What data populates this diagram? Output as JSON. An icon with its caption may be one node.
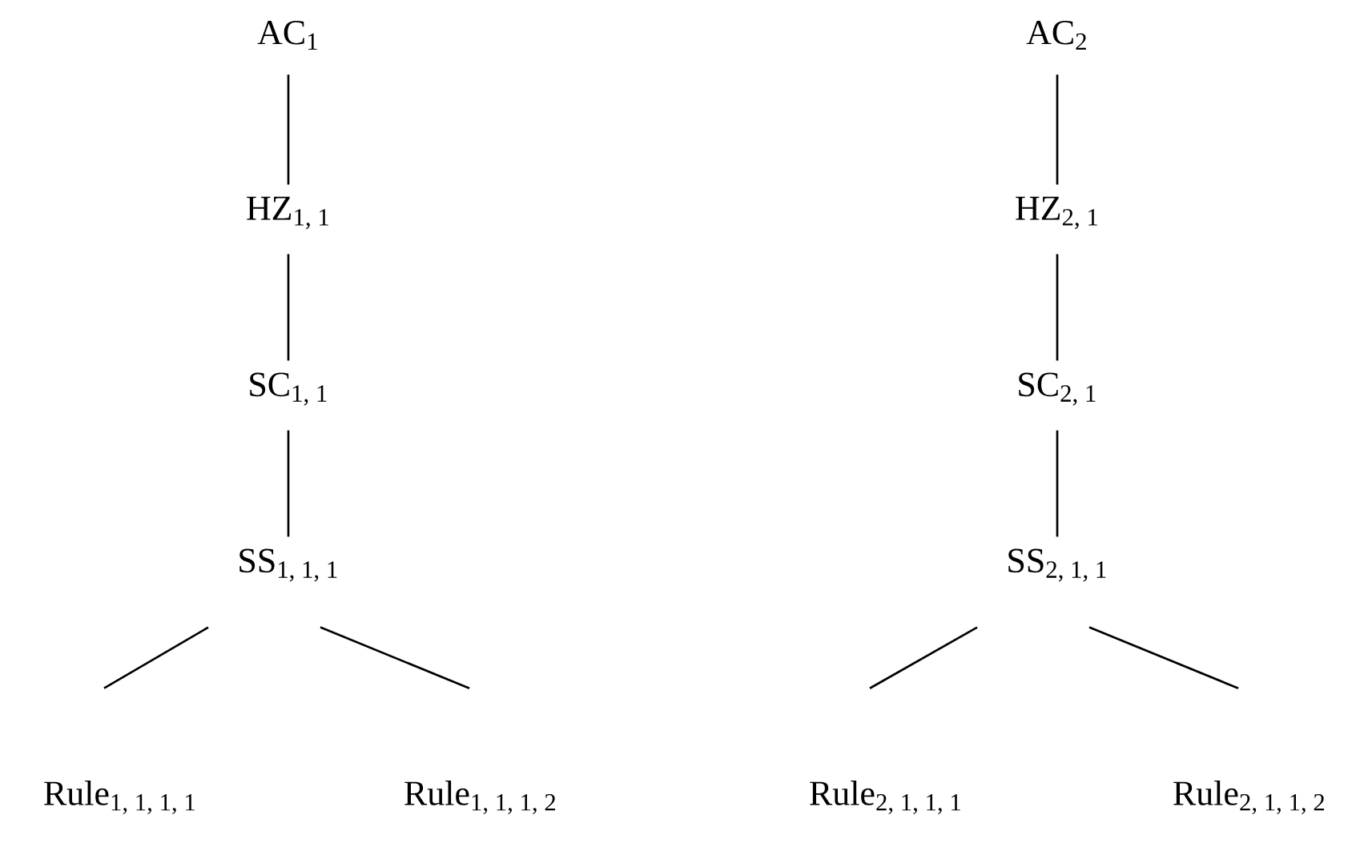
{
  "diagram": {
    "nodes": [
      {
        "text": [
          "AC$_{1}$"
        ]
      },
      {
        "text": [
          "HZ$_{1, 1}$"
        ]
      },
      {
        "text": [
          "SC$_{1, 1}$"
        ]
      },
      {
        "text": [
          "SS$_{1, 1, 1}$"
        ]
      },
      {
        "text": [
          "Rule$_{1, 1, 1, 1}$"
        ]
      },
      {
        "text": [
          "Rule$_{1, 1, 1, 2}$"
        ]
      },
      {
        "text": [
          "AC$_{2}$"
        ]
      },
      {
        "text": [
          "HZ$_{2, 1}$"
        ]
      },
      {
        "text": [
          "SC$_{2, 1}$"
        ]
      },
      {
        "text": [
          "SS$_{2, 1, 1}$"
        ]
      },
      {
        "text": [
          "Rule$_{2, 1, 1, 1}$"
        ]
      },
      {
        "text": [
          "Rule$_{2, 1, 1, 2}$"
        ]
      }
    ],
    "edges": [
      {
        "from": 0,
        "to": 1,
        "arrow": "none"
      },
      {
        "from": 1,
        "to": 2,
        "arrow": "none"
      },
      {
        "from": 2,
        "to": 3,
        "arrow": "none"
      },
      {
        "from": 3,
        "to": 4,
        "arrow": "none"
      },
      {
        "from": 3,
        "to": 5,
        "arrow": "none"
      },
      {
        "from": 6,
        "to": 7,
        "arrow": "none"
      },
      {
        "from": 7,
        "to": 8,
        "arrow": "none"
      },
      {
        "from": 8,
        "to": 9,
        "arrow": "none"
      },
      {
        "from": 9,
        "to": 10,
        "arrow": "none"
      },
      {
        "from": 9,
        "to": 11,
        "arrow": "none"
      }
    ]
  }
}
